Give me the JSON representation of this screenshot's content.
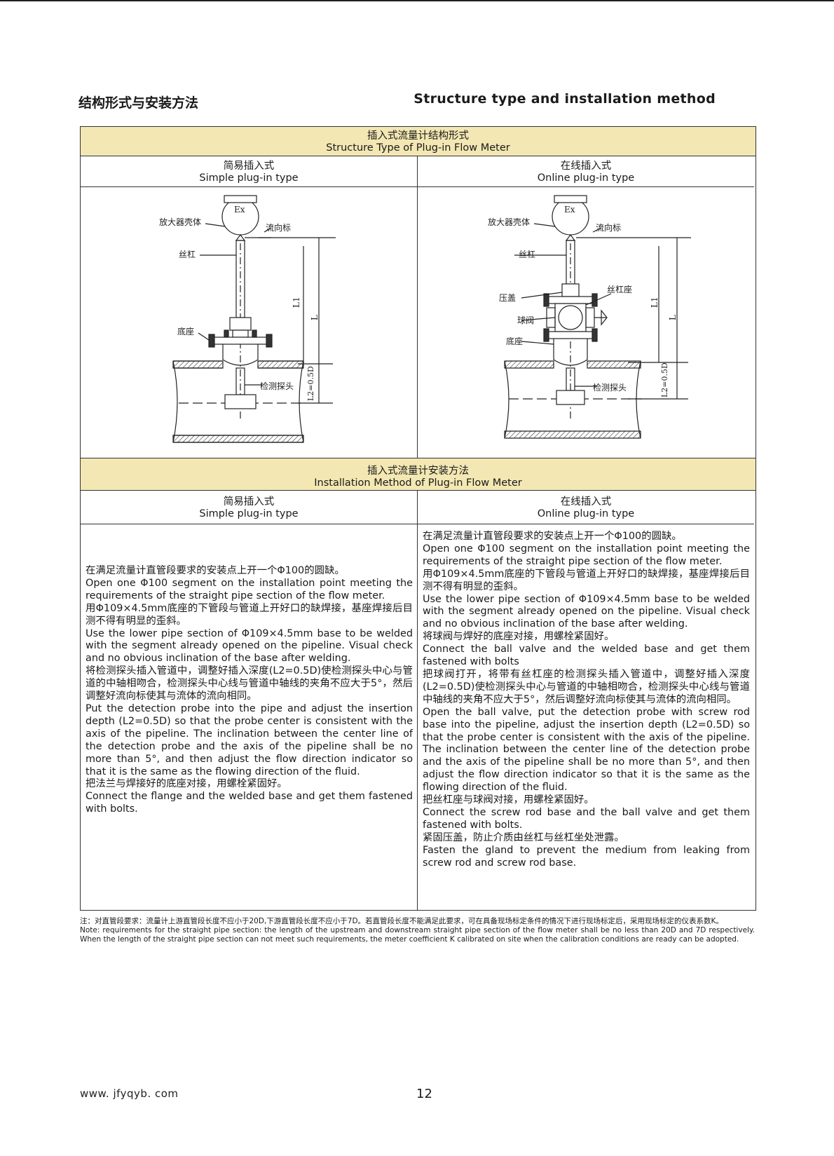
{
  "header": {
    "title_cn": "结构形式与安装方法",
    "title_en": "Structure type and installation method"
  },
  "structure": {
    "title_cn": "插入式流量计结构形式",
    "title_en": "Structure Type of Plug-in Flow Meter",
    "simple": {
      "label_cn": "简易插入式",
      "label_en": "Simple plug-in type"
    },
    "online": {
      "label_cn": "在线插入式",
      "label_en": "Online plug-in type"
    },
    "diagram_simple": {
      "amplifier": "放大器壳体",
      "flow_mark": "流向标",
      "screw": "丝杠",
      "base": "底座",
      "probe": "检测探头",
      "ex": "Ex",
      "l1": "L1",
      "l": "L",
      "l2": "L2=0.5D"
    },
    "diagram_online": {
      "amplifier": "放大器壳体",
      "flow_mark": "流向标",
      "screw": "丝杠",
      "gland": "压盖",
      "screw_base": "丝杠座",
      "ball_valve": "球阀",
      "base": "底座",
      "probe": "检测探头",
      "ex": "Ex",
      "l1": "L1",
      "l": "L",
      "l2": "L2=0.5D"
    }
  },
  "installation": {
    "title_cn": "插入式流量计安装方法",
    "title_en": "Installation Method of Plug-in Flow Meter",
    "simple": {
      "label_cn": "简易插入式",
      "label_en": "Simple plug-in type"
    },
    "online": {
      "label_cn": "在线插入式",
      "label_en": "Online plug-in type"
    },
    "simple_steps": [
      "在满足流量计直管段要求的安装点上开一个Φ100的圆缺。",
      "Open one Φ100 segment on the installation point meeting the requirements of the straight pipe section of the flow meter.",
      "用Φ109×4.5mm底座的下管段与管道上开好口的缺焊接，基座焊接后目测不得有明显的歪斜。",
      "Use the lower pipe section of Φ109×4.5mm base to be welded with the segment already opened on the pipeline. Visual check and no obvious inclination of the base after welding.",
      "将检测探头插入管道中，调整好插入深度(L2=0.5D)使检测探头中心与管道的中轴相吻合，检测探头中心线与管道中轴线的夹角不应大于5°，然后调整好流向标使其与流体的流向相同。",
      "Put the detection probe into the pipe and adjust the insertion depth (L2=0.5D) so that the probe center is consistent with the axis of the pipeline. The inclination between the center line of the detection probe and the axis of the pipeline shall be no more than 5°, and then adjust the flow direction indicator so that it is the same as the flowing direction of the fluid.",
      "把法兰与焊接好的底座对接，用螺栓紧固好。",
      "Connect the flange and the welded base and get them fastened with bolts."
    ],
    "online_steps": [
      "在满足流量计直管段要求的安装点上开一个Φ100的圆缺。",
      "Open one Φ100 segment on the installation point meeting the requirements of the straight pipe section of the flow meter.",
      "用Φ109×4.5mm底座的下管段与管道上开好口的缺焊接，基座焊接后目测不得有明显的歪斜。",
      "Use the lower pipe section of Φ109×4.5mm base to be welded with the segment already opened on the pipeline. Visual check and no obvious inclination of the base after welding.",
      "将球阀与焊好的底座对接，用螺栓紧固好。",
      "Connect the ball valve and the welded base and get them fastened with bolts",
      "把球阀打开，将带有丝杠座的检测探头插入管道中，调整好插入深度(L2=0.5D)使检测探头中心与管道的中轴相吻合，检测探头中心线与管道中轴线的夹角不应大于5°，然后调整好流向标使其与流体的流向相同。",
      "Open the ball valve, put the detection probe with screw rod base into the pipeline, adjust the insertion depth (L2=0.5D) so that the probe center is consistent with the axis of the pipeline. The inclination between the center line of the detection probe and the axis of the pipeline shall be no more than 5°, and then adjust the flow direction indicator so that it is the same as the flowing direction of the fluid.",
      "把丝杠座与球阀对接，用螺栓紧固好。",
      "Connect the screw rod base and the ball valve and get them fastened with bolts.",
      "紧固压盖，防止介质由丝杠与丝杠坐处泄露。",
      "Fasten the gland to prevent the medium from leaking from screw rod and screw rod base."
    ]
  },
  "note": {
    "cn": "注：对直管段要求：流量计上游直管段长度不应小于20D,下游直管段长度不应小于7D。若直管段长度不能满足此要求，可在具备现场标定条件的情况下进行现场标定后，采用现场标定的仪表系数K。",
    "en": "Note: requirements for the straight pipe section: the length of the upstream and downstream straight pipe section of the flow meter shall be no less than 20D and 7D respectively. When the length of the straight pipe section can not meet such requirements, the meter coefficient K calibrated on site when the calibration conditions are ready can be adopted."
  },
  "footer": {
    "url": "www. jfyqyb. com",
    "page": "12"
  }
}
